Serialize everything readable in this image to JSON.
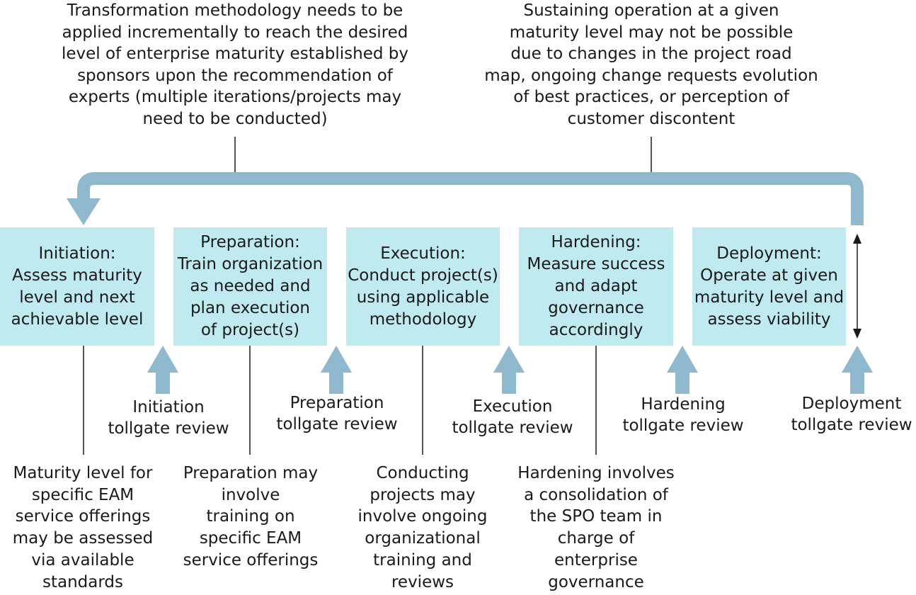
{
  "top_notes": {
    "left": "Transformation methodology needs to be\napplied incrementally to reach the desired\nlevel of enterprise maturity established by\nsponsors upon the recommendation of\nexperts (multiple iterations/projects may\nneed to be conducted)",
    "right": "Sustaining operation at a given\nmaturity level may not be possible\ndue to changes in the project road\nmap, ongoing change requests evolution\nof best practices, or perception of\ncustomer discontent"
  },
  "stages": [
    {
      "label": "Initiation:\nAssess maturity\nlevel and next\nachievable level"
    },
    {
      "label": "Preparation:\nTrain organization\nas needed and\nplan execution\nof project(s)"
    },
    {
      "label": "Execution:\nConduct project(s)\nusing applicable\nmethodology"
    },
    {
      "label": "Hardening:\nMeasure success\nand adapt\ngovernance\naccordingly"
    },
    {
      "label": "Deployment:\nOperate at given\nmaturity level and\nassess viability"
    }
  ],
  "reviews": [
    {
      "label": "Initiation\ntollgate review"
    },
    {
      "label": "Preparation\ntollgate review"
    },
    {
      "label": "Execution\ntollgate review"
    },
    {
      "label": "Hardening\ntollgate review"
    },
    {
      "label": "Deployment\ntollgate review"
    }
  ],
  "bottom_notes": [
    {
      "label": "Maturity level for\nspecific EAM\nservice offerings\nmay be assessed\nvia available\nstandards"
    },
    {
      "label": "Preparation may\ninvolve\ntraining on\nspecific EAM\nservice offerings"
    },
    {
      "label": "Conducting\nprojects may\ninvolve ongoing\norganizational\ntraining and\nreviews"
    },
    {
      "label": "Hardening involves\na consolidation of\nthe SPO team in\ncharge of\nenterprise\ngovernance"
    }
  ],
  "colors": {
    "box_fill": "#bfeaf0",
    "arrow_fill": "#8fb9cf",
    "line": "#1a1a1a"
  }
}
